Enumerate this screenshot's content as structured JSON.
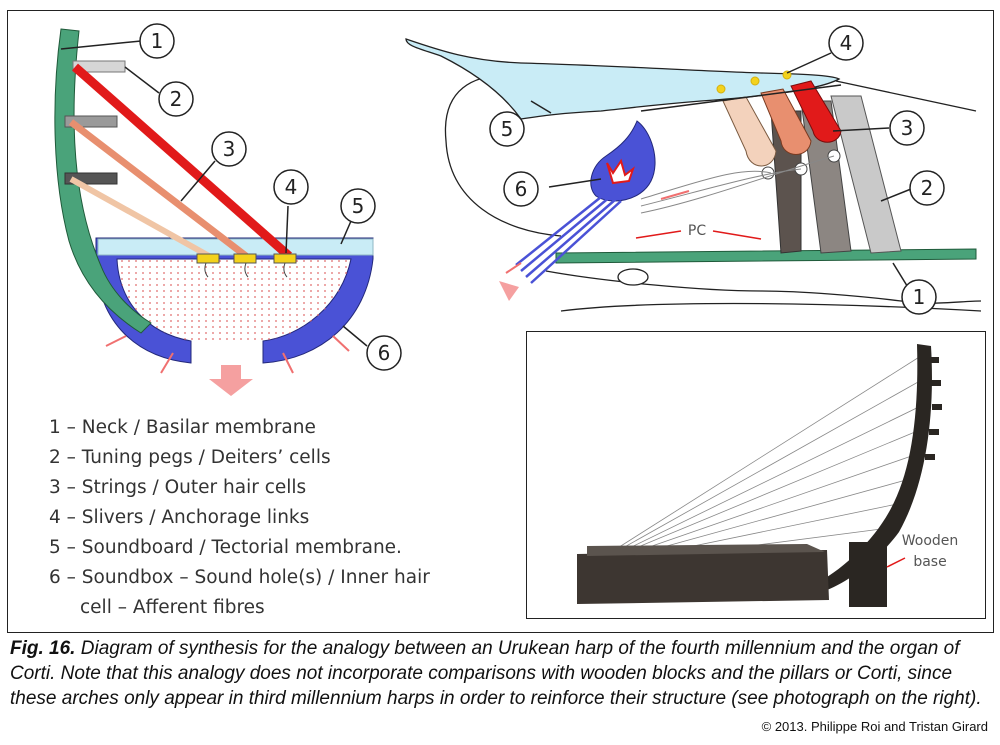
{
  "left_diagram": {
    "numbers": [
      "1",
      "2",
      "3",
      "4",
      "5",
      "6"
    ]
  },
  "right_diagram": {
    "numbers": [
      "1",
      "2",
      "3",
      "4",
      "5",
      "6"
    ],
    "pc_label": "PC"
  },
  "photo": {
    "label_line1": "Wooden",
    "label_line2": "base"
  },
  "legend": [
    "1 – Neck / Basilar membrane",
    "2 – Tuning pegs / Deiters’ cells",
    "3 – Strings / Outer hair cells",
    "4 – Slivers / Anchorage links",
    "5 – Soundboard / Tectorial membrane.",
    "6 – Soundbox – Sound hole(s) / Inner hair",
    "cell – Afferent fibres"
  ],
  "caption": {
    "fig": "Fig. 16.",
    "text": " Diagram of synthesis for the analogy between an Urukean harp of the fourth millennium and the organ of Corti. Note that this analogy does not incorporate comparisons with wooden blocks and the pillars or Corti, since these arches only appear in third millennium harps in order to reinforce their structure (see photograph on the right)."
  },
  "copyright": "© 2013. Philippe Roi and Tristan Girard",
  "colors": {
    "neck_green": "#4aa37a",
    "string_red": "#e11a1a",
    "soundbox_blue": "#4a52d6",
    "soundboard": "#c9ecf6",
    "yellow": "#f3d21c"
  }
}
